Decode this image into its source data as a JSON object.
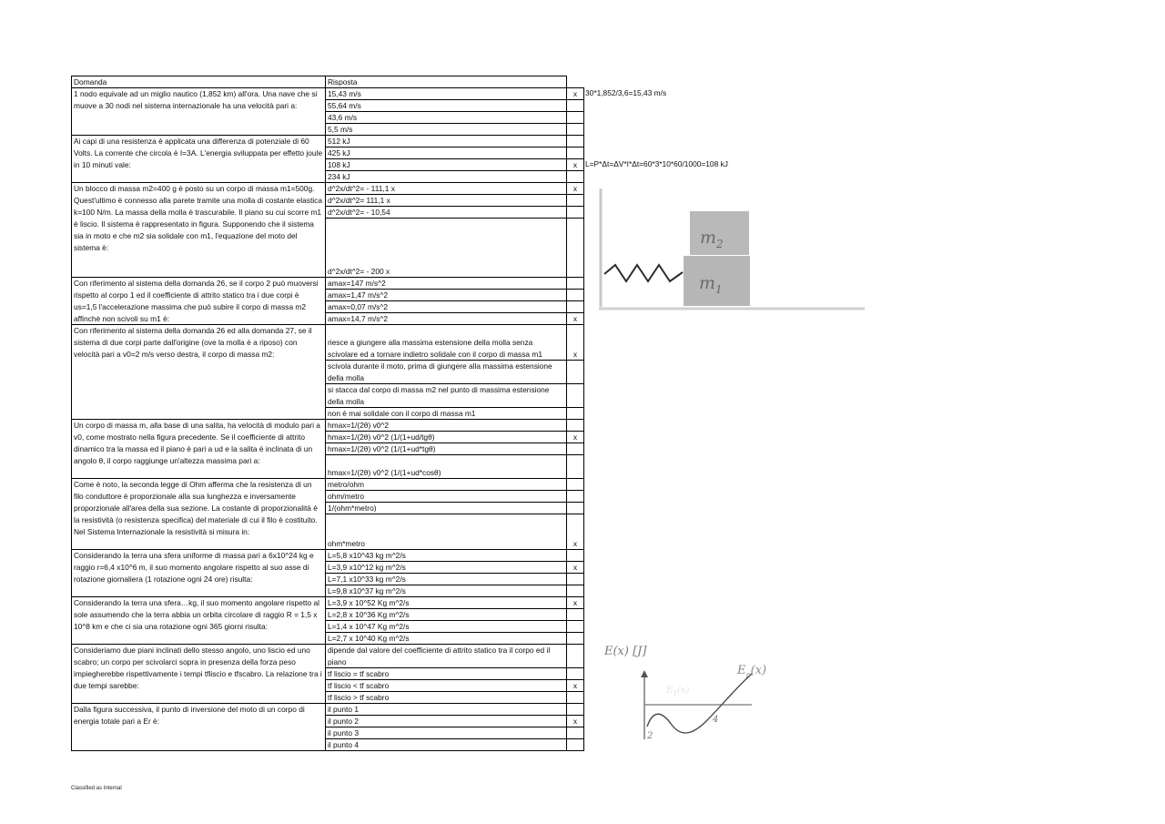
{
  "header": {
    "question": "Domanda",
    "answer": "Risposta"
  },
  "rows": [
    {
      "question": "1 nodo equivale ad un miglio nautico (1,852 km) all'ora. Una nave che si muove a 30 nodi nel sistema internazionale ha una velocità pari a:",
      "answers": [
        {
          "text": "15,43 m/s",
          "mark": "x",
          "note": "30*1,852/3,6=15,43 m/s",
          "h": 1
        },
        {
          "text": "55,64 m/s",
          "mark": "",
          "h": 1
        },
        {
          "text": "43,6 m/s",
          "mark": "",
          "h": 1
        },
        {
          "text": "5,5 m/s",
          "mark": "",
          "h": 1
        }
      ]
    },
    {
      "question": "Ai capi di una resistenza è applicata una differenza di potenziale di 60 Volts. La corrente che circola è I=3A. L'energia sviluppata per effetto joule in 10 minuti vale:",
      "answers": [
        {
          "text": "512 kJ",
          "mark": "",
          "h": 1
        },
        {
          "text": "425 kJ",
          "mark": "",
          "h": 1
        },
        {
          "text": "108 kJ",
          "mark": "x",
          "note": "L=P*Δt=ΔV*I*Δt=60*3*10*60/1000=108 kJ",
          "h": 1
        },
        {
          "text": "234 kJ",
          "mark": "",
          "h": 1
        }
      ]
    },
    {
      "question": "Un blocco di massa m2=400 g è posto su un corpo di massa m1=500g. Quest'ultimo è connesso alla parete tramite una molla di costante elastica k=100 N/m. La massa della molla è trascurabile. Il piano su cui scorre m1 è liscio. Il sistema è rappresentato in figura. Supponendo che il sistema sia in moto e che m2 sia solidale con m1, l'equazione del moto del sistema è:",
      "answers": [
        {
          "text": "d^2x/dt^2= - 111,1 x",
          "mark": "x",
          "h": 1
        },
        {
          "text": "d^2x/dt^2= 111,1 x",
          "mark": "",
          "h": 1
        },
        {
          "text": "d^2x/dt^2= - 10,54",
          "mark": "",
          "h": 1
        },
        {
          "text": "d^2x/dt^2= - 200 x",
          "mark": "",
          "h": 5
        }
      ]
    },
    {
      "question": "Con riferimento al sistema della domanda 26, se il corpo 2 può muoversi rispetto al corpo 1 ed il coefficiente di attrito statico tra i due corpi è us=1,5 l'accelerazione massima che può subire il corpo di massa m2 affinchè non scivoli su m1 è:",
      "answers": [
        {
          "text": "amax=147 m/s^2",
          "mark": "",
          "h": 1
        },
        {
          "text": "amax=1,47 m/s^2",
          "mark": "",
          "h": 1
        },
        {
          "text": "amax=0,07 m/s^2",
          "mark": "",
          "h": 1
        },
        {
          "text": "amax=14,7 m/s^2",
          "mark": "x",
          "h": 1
        }
      ]
    },
    {
      "question": "Con riferimento al sistema della domanda 26 ed alla domanda 27, se il sistema di due corpi parte dall'origine (ove la molla è a riposo) con velocità pari a v0=2 m/s verso destra, il corpo di massa m2:",
      "answers": [
        {
          "text": "riesce a giungere alla massima estensione della molla senza scivolare ed a tornare indietro solidale con il corpo di massa m1",
          "mark": "x",
          "h": 3
        },
        {
          "text": "scivola durante il moto, prima di giungere alla massima estensione della molla",
          "mark": "",
          "h": 2
        },
        {
          "text": "si stacca dal corpo di massa m2 nel punto di massima estensione della molla",
          "mark": "",
          "h": 2
        },
        {
          "text": "non è mai solidale con il corpo di massa m1",
          "mark": "",
          "h": 1
        }
      ]
    },
    {
      "question": "Un corpo di massa m, alla base di una salita, ha velocità di modulo pari a v0, come mostrato nella figura precedente. Se il coefficiente di attrito dinamico tra la massa ed il piano è pari a ud e la salita è inclinata di un angolo θ, il corpo raggiunge un'altezza massima pari a:",
      "answers": [
        {
          "text": "hmax=1/(2θ) v0^2",
          "mark": "",
          "h": 1
        },
        {
          "text": "hmax=1/(2θ) v0^2 (1/(1+ud/tgθ)",
          "mark": "x",
          "h": 1
        },
        {
          "text": "hmax=1/(2θ) v0^2 (1/(1+ud*tgθ)",
          "mark": "",
          "h": 1
        },
        {
          "text": "hmax=1/(2θ) v0^2 (1/(1+ud*cosθ)",
          "mark": "",
          "h": 2
        }
      ]
    },
    {
      "question": "Come è noto, la seconda legge di Ohm afferma che la resistenza di un filo conduttore è proporzionale alla sua lunghezza e inversamente proporzionale all'area della sua sezione. La costante di proporzionalità è la resistività (o resistenza specifica) del materiale di cui il filo è costituito. Nel Sistema Internazionale la resistività si misura in:",
      "answers": [
        {
          "text": "metro/ohm",
          "mark": "",
          "h": 1
        },
        {
          "text": "ohm/metro",
          "mark": "",
          "h": 1
        },
        {
          "text": "1/(ohm*metro)",
          "mark": "",
          "h": 1
        },
        {
          "text": "ohm*metro",
          "mark": "x",
          "h": 3
        }
      ]
    },
    {
      "question": "Considerando la terra una sfera uniforme di massa pari a 6x10^24 kg e raggio r=6,4 x10^6 m, il suo momento angolare rispetto al suo asse di rotazione giornaliera (1 rotazione ogni 24 ore) risulta:",
      "answers": [
        {
          "text": "L=5,8 x10^43 kg m^2/s",
          "mark": "",
          "h": 1
        },
        {
          "text": "L=3,9 x10^12 kg m^2/s",
          "mark": "x",
          "h": 1
        },
        {
          "text": "L=7,1 x10^33 kg m^2/s",
          "mark": "",
          "h": 1
        },
        {
          "text": "L=9,8 x10^37 kg m^2/s",
          "mark": "",
          "h": 1
        }
      ]
    },
    {
      "question": "Considerando la terra una sfera…kg, il suo momento angolare rispetto al sole assumendo che la terra abbia un orbita circolare di raggio R = 1,5 x 10^8 km e che ci sia una rotazione ogni 365 giorni risulta:",
      "answers": [
        {
          "text": "L=3,9 x 10^52 Kg m^2/s",
          "mark": "x",
          "h": 1
        },
        {
          "text": "L=2,8 x 10^36 Kg m^2/s",
          "mark": "",
          "h": 1
        },
        {
          "text": "L=1,4 x 10^47 Kg m^2/s",
          "mark": "",
          "h": 1
        },
        {
          "text": "L=2,7 x 10^40 Kg m^2/s",
          "mark": "",
          "h": 1
        }
      ]
    },
    {
      "question": "Consideriamo due piani inclinati dello stesso angolo, uno liscio ed uno scabro; un corpo per scivolarci sopra in presenza della forza peso impiegherebbe rispettivamente i tempi tfliscio e tfscabro. La relazione tra i due tempi sarebbe:",
      "answers": [
        {
          "text": "dipende dal valore del coefficiente di attrito statico tra il corpo ed il piano",
          "mark": "",
          "h": 2
        },
        {
          "text": "tf liscio = tf scabro",
          "mark": "",
          "h": 1
        },
        {
          "text": "tf liscio < tf scabro",
          "mark": "x",
          "h": 1
        },
        {
          "text": "tf liscio > tf scabro",
          "mark": "",
          "h": 1
        }
      ]
    },
    {
      "question": "Dalla figura successiva, il punto di inversione del moto di un corpo di energia totale pari a Er è:",
      "answers": [
        {
          "text": "il punto 1",
          "mark": "",
          "h": 1
        },
        {
          "text": "il punto 2",
          "mark": "x",
          "h": 1
        },
        {
          "text": "il punto 3",
          "mark": "",
          "h": 1
        },
        {
          "text": "il punto 4",
          "mark": "",
          "h": 1
        }
      ]
    }
  ],
  "figure_blocks": {
    "m2": "m",
    "m2_sub": "2",
    "m1": "m",
    "m1_sub": "1"
  },
  "figure_energy": {
    "ylabel": "E(x) [J]",
    "curve_label": "E",
    "curve_sub": "p",
    "curve_suffix": "(x)",
    "faint_label": "E",
    "faint_sub": "T",
    "faint_suffix": "(x)",
    "point_2": "2",
    "point_4": "4"
  },
  "footer": "Classified as Internal"
}
